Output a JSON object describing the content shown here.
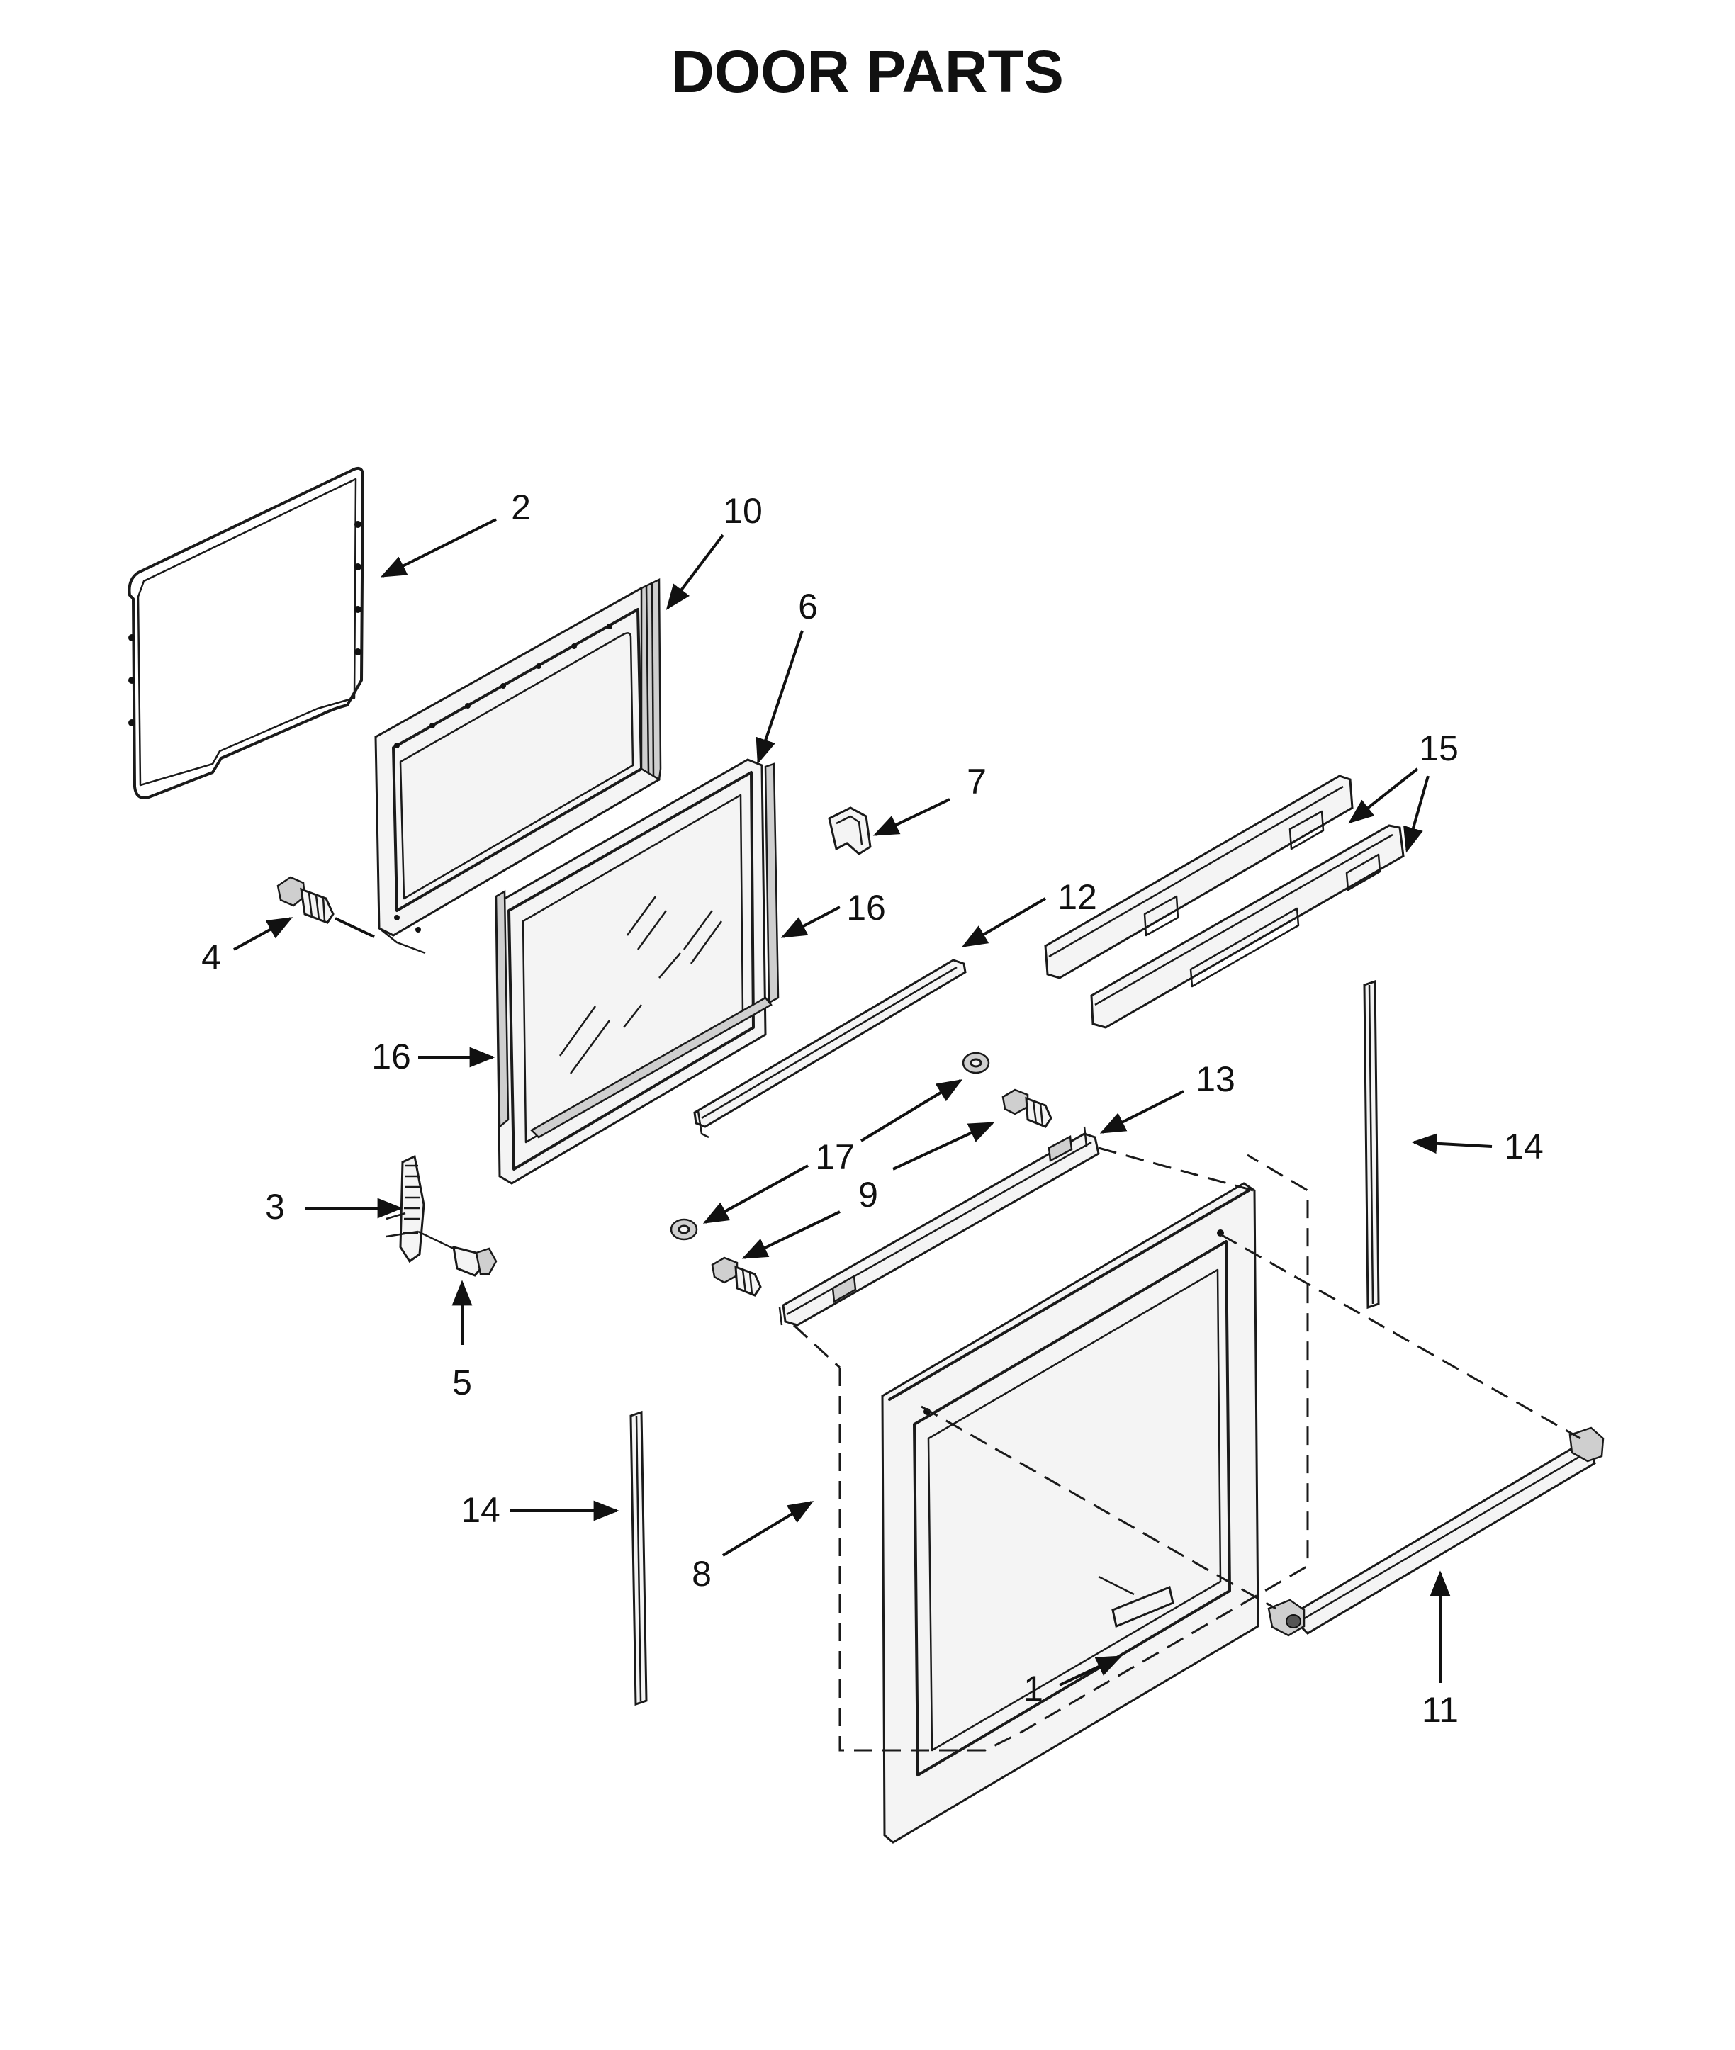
{
  "title": "DOOR PARTS",
  "callouts": {
    "c1": "1",
    "c2": "2",
    "c3": "3",
    "c4": "4",
    "c5": "5",
    "c6": "6",
    "c7": "7",
    "c8": "8",
    "c9": "9",
    "c10": "10",
    "c11": "11",
    "c12": "12",
    "c13": "13",
    "c14a": "14",
    "c14b": "14",
    "c15": "15",
    "c16a": "16",
    "c16b": "16",
    "c17": "17"
  }
}
